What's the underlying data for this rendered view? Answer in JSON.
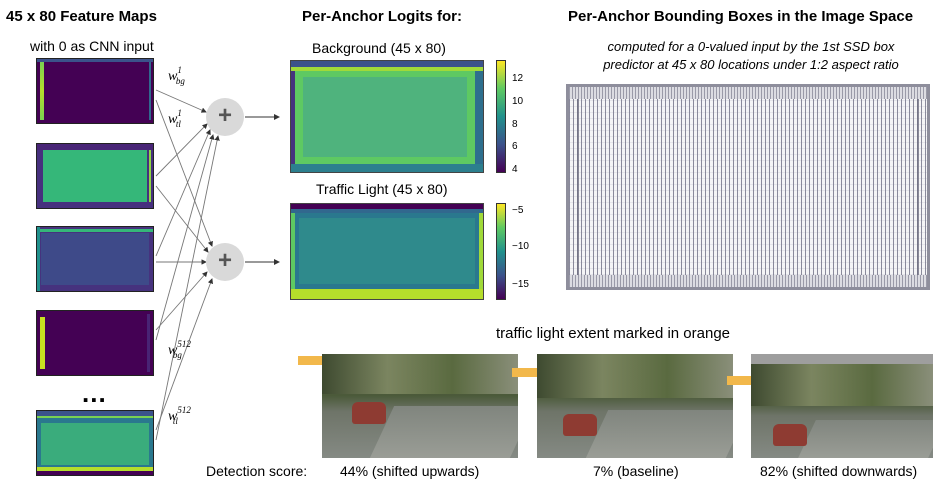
{
  "left": {
    "title": "45 x 80 Feature Maps",
    "subtitle": "with 0 as CNN input",
    "ellipsis": "..."
  },
  "weights": {
    "w_bg_1": {
      "base": "w",
      "sup": "1",
      "sub": "bg"
    },
    "w_tl_1": {
      "base": "w",
      "sup": "1",
      "sub": "tl"
    },
    "w_bg_512": {
      "base": "w",
      "sup": "512",
      "sub": "bg"
    },
    "w_tl_512": {
      "base": "w",
      "sup": "512",
      "sub": "tl"
    }
  },
  "operator_symbol": "+",
  "middle": {
    "title": "Per-Anchor Logits for:",
    "background": {
      "label": "Background  (45 x 80)",
      "colorbar_ticks": [
        "12",
        "10",
        "8",
        "6",
        "4"
      ]
    },
    "traffic_light": {
      "label": "Traffic Light (45 x 80)",
      "colorbar_ticks": [
        "−5",
        "−10",
        "−15"
      ]
    }
  },
  "right": {
    "title": "Per-Anchor Bounding Boxes in the Image Space",
    "caption_line1": "computed for a 0-valued input by the 1st SSD box",
    "caption_line2": "predictor at 45 x 80 locations under 1:2 aspect ratio"
  },
  "bottom": {
    "header": "traffic light extent marked in orange",
    "score_label": "Detection score:",
    "scores": [
      {
        "text": "44% (shifted upwards)",
        "value": 44
      },
      {
        "text": "7% (baseline)",
        "value": 7
      },
      {
        "text": "82% (shifted downwards)",
        "value": 82
      }
    ]
  },
  "colors": {
    "viridis_dark": "#440154",
    "viridis_blue": "#3b528b",
    "viridis_teal": "#2a788e",
    "viridis_green": "#4fb37d",
    "viridis_yellow": "#fde725",
    "orange_marker": "#f2b84b",
    "node_grey": "#d9d9d9"
  }
}
